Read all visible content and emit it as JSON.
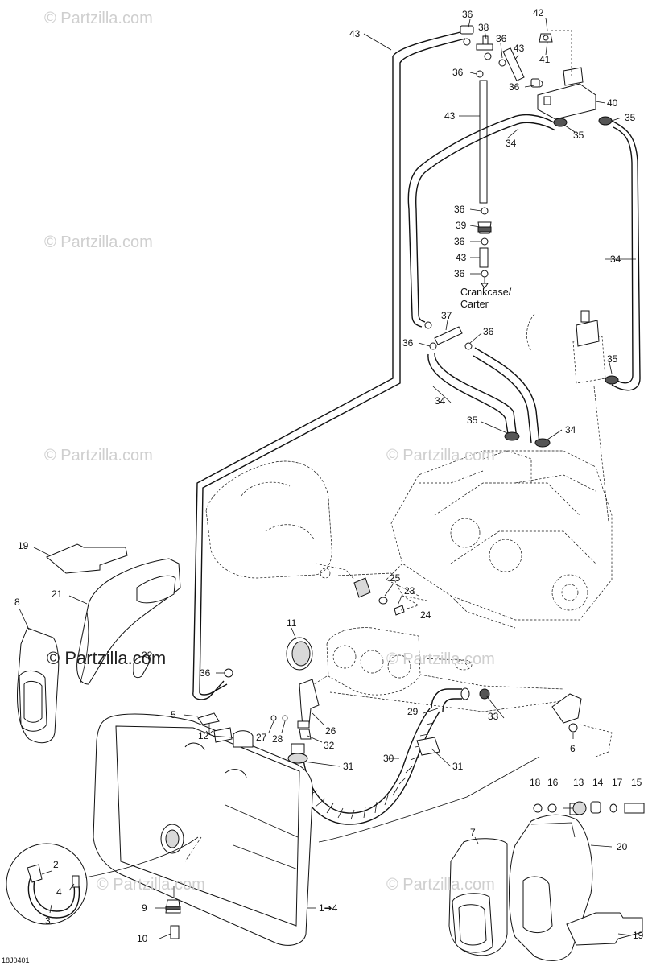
{
  "watermark": "© Partzilla.com",
  "diagram_code": "18J0401",
  "note": {
    "line1": "Crankcase/",
    "line2": "Carter"
  },
  "labels": [
    {
      "id": "l43a",
      "text": "43"
    },
    {
      "id": "l36a",
      "text": "36"
    },
    {
      "id": "l38",
      "text": "38"
    },
    {
      "id": "l42",
      "text": "42"
    },
    {
      "id": "l36b",
      "text": "36"
    },
    {
      "id": "l43b",
      "text": "43"
    },
    {
      "id": "l41",
      "text": "41"
    },
    {
      "id": "l36c",
      "text": "36"
    },
    {
      "id": "l36d",
      "text": "36"
    },
    {
      "id": "l43c",
      "text": "43"
    },
    {
      "id": "l40",
      "text": "40"
    },
    {
      "id": "l35a",
      "text": "35"
    },
    {
      "id": "l35b",
      "text": "35"
    },
    {
      "id": "l34a",
      "text": "34"
    },
    {
      "id": "l36e",
      "text": "36"
    },
    {
      "id": "l39",
      "text": "39"
    },
    {
      "id": "l36f",
      "text": "36"
    },
    {
      "id": "l43d",
      "text": "43"
    },
    {
      "id": "l36g",
      "text": "36"
    },
    {
      "id": "l34b",
      "text": "34"
    },
    {
      "id": "l37",
      "text": "37"
    },
    {
      "id": "l36h",
      "text": "36"
    },
    {
      "id": "l36i",
      "text": "36"
    },
    {
      "id": "l35c",
      "text": "35"
    },
    {
      "id": "l34c",
      "text": "34"
    },
    {
      "id": "l35d",
      "text": "35"
    },
    {
      "id": "l34d",
      "text": "34"
    },
    {
      "id": "l19a",
      "text": "19"
    },
    {
      "id": "l21",
      "text": "21"
    },
    {
      "id": "l8",
      "text": "8"
    },
    {
      "id": "l25",
      "text": "25"
    },
    {
      "id": "l23",
      "text": "23"
    },
    {
      "id": "l24",
      "text": "24"
    },
    {
      "id": "l11",
      "text": "11"
    },
    {
      "id": "l22",
      "text": "22"
    },
    {
      "id": "l36j",
      "text": "36"
    },
    {
      "id": "l5",
      "text": "5"
    },
    {
      "id": "l12",
      "text": "12"
    },
    {
      "id": "l27",
      "text": "27"
    },
    {
      "id": "l28",
      "text": "28"
    },
    {
      "id": "l26",
      "text": "26"
    },
    {
      "id": "l32",
      "text": "32"
    },
    {
      "id": "l29",
      "text": "29"
    },
    {
      "id": "l33",
      "text": "33"
    },
    {
      "id": "l6",
      "text": "6"
    },
    {
      "id": "l31a",
      "text": "31"
    },
    {
      "id": "l30",
      "text": "30"
    },
    {
      "id": "l31b",
      "text": "31"
    },
    {
      "id": "l18",
      "text": "18"
    },
    {
      "id": "l16",
      "text": "16"
    },
    {
      "id": "l13",
      "text": "13"
    },
    {
      "id": "l14",
      "text": "14"
    },
    {
      "id": "l17",
      "text": "17"
    },
    {
      "id": "l15",
      "text": "15"
    },
    {
      "id": "l7",
      "text": "7"
    },
    {
      "id": "l20",
      "text": "20"
    },
    {
      "id": "l2",
      "text": "2"
    },
    {
      "id": "l4",
      "text": "4"
    },
    {
      "id": "l3",
      "text": "3"
    },
    {
      "id": "l1to4",
      "text": "1➔4"
    },
    {
      "id": "l9",
      "text": "9"
    },
    {
      "id": "l10",
      "text": "10"
    },
    {
      "id": "l19b",
      "text": "19"
    }
  ]
}
